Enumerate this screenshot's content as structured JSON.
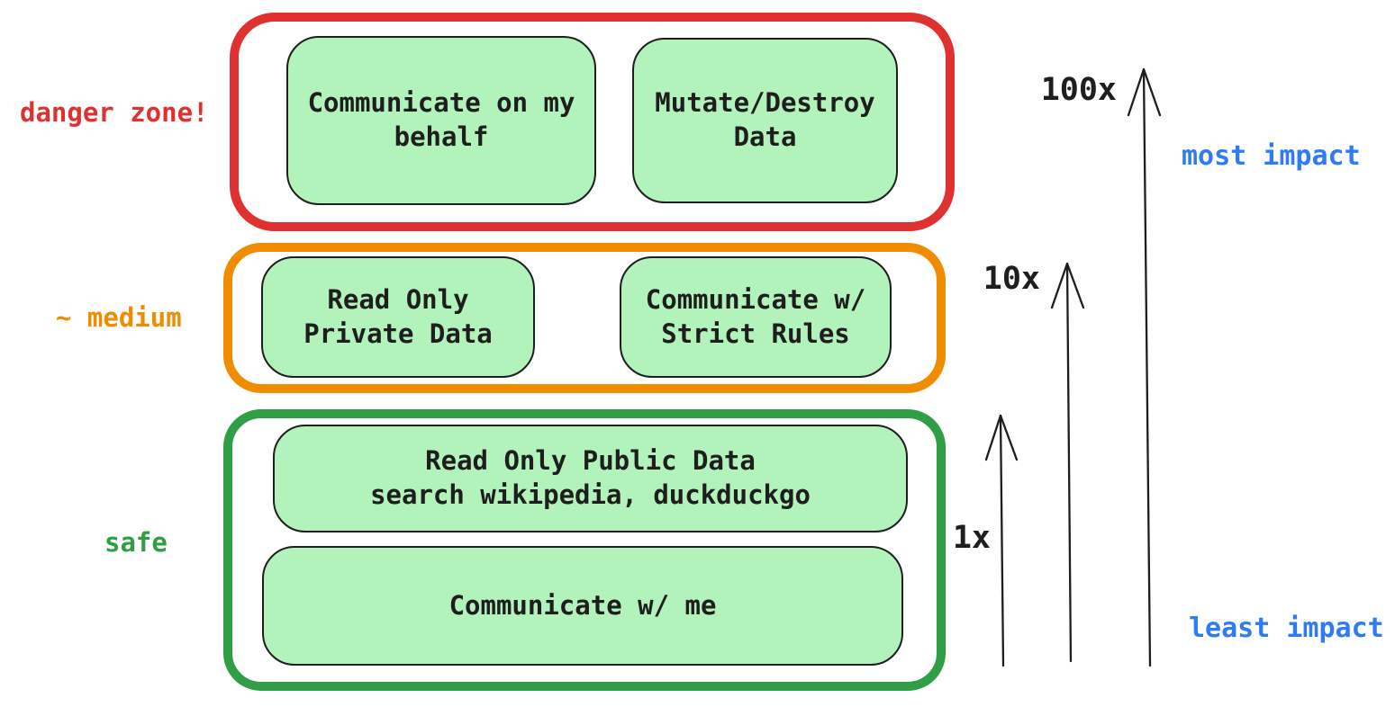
{
  "diagram": {
    "zones": [
      {
        "id": "danger",
        "label": "danger zone!",
        "color": "#e03131",
        "boxes": [
          {
            "text": "Communicate on my\nbehalf"
          },
          {
            "text": "Mutate/Destroy\nData"
          }
        ]
      },
      {
        "id": "medium",
        "label": "~ medium",
        "color": "#f08c00",
        "boxes": [
          {
            "text": "Read Only\nPrivate Data"
          },
          {
            "text": "Communicate w/\nStrict Rules"
          }
        ]
      },
      {
        "id": "safe",
        "label": "safe",
        "color": "#2f9e44",
        "boxes": [
          {
            "text": "Read Only Public Data\nsearch wikipedia, duckduckgo"
          },
          {
            "text": "Communicate w/ me"
          }
        ]
      }
    ],
    "impact_scale": {
      "arrows": [
        {
          "label": "1x"
        },
        {
          "label": "10x"
        },
        {
          "label": "100x"
        }
      ],
      "most_label": "most impact",
      "least_label": "least impact",
      "label_color": "#2f7bf5"
    },
    "box_fill": "#b2f2bb",
    "stroke_color": "#1e1e1e"
  }
}
